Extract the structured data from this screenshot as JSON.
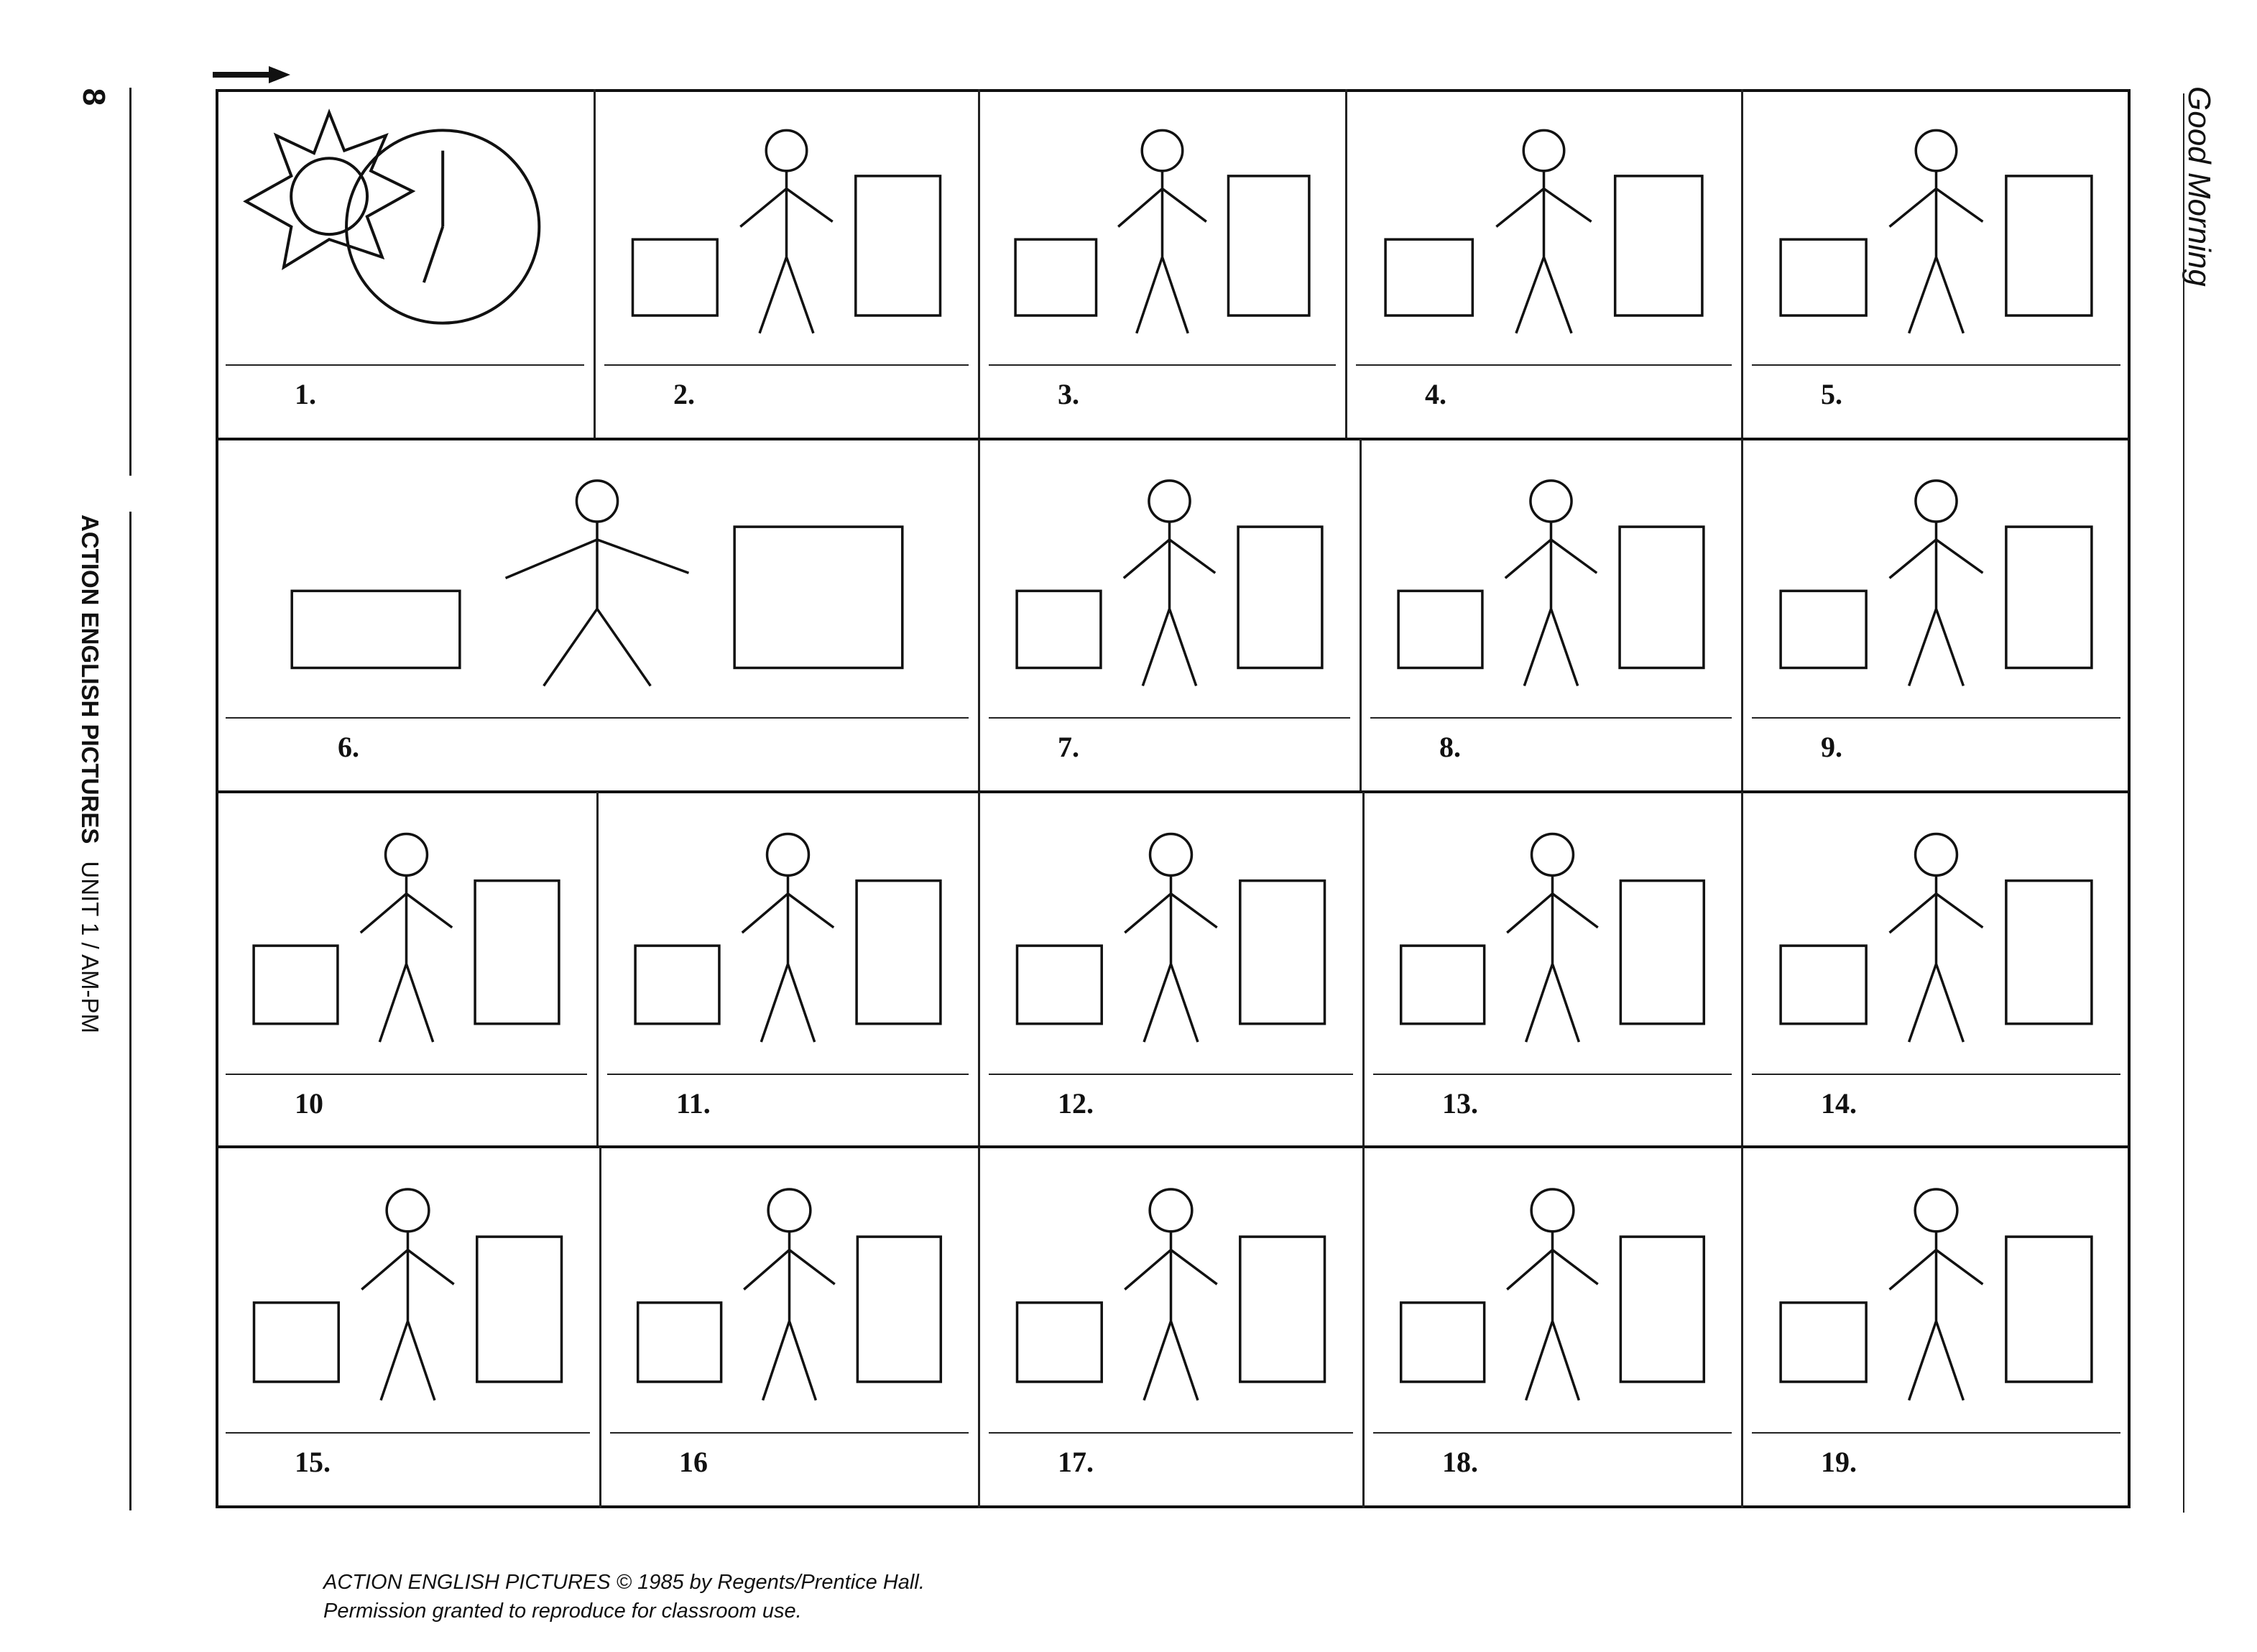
{
  "page_number": "8",
  "side_title": {
    "book": "ACTION ENGLISH PICTURES",
    "unit": "UNIT 1 / AM-PM"
  },
  "unit_title": "Good Morning",
  "panels": [
    {
      "label": "1.",
      "icon": "sun-clock"
    },
    {
      "label": "2.",
      "icon": "sleeping-woman"
    },
    {
      "label": "3.",
      "icon": "stretching-in-bed"
    },
    {
      "label": "4.",
      "icon": "yawning-rubbing-eyes"
    },
    {
      "label": "5.",
      "icon": "sitting-up-in-bed"
    },
    {
      "label": "6.",
      "icon": "exercising"
    },
    {
      "label": "7.",
      "icon": "walking-to-bathroom"
    },
    {
      "label": "8.",
      "icon": "washing-face"
    },
    {
      "label": "9.",
      "icon": "walking-to-bedroom"
    },
    {
      "label": "10",
      "icon": "getting-dressed"
    },
    {
      "label": "11.",
      "icon": "making-bed"
    },
    {
      "label": "12.",
      "icon": "going-to-kitchen"
    },
    {
      "label": "13.",
      "icon": "eating-breakfast"
    },
    {
      "label": "14.",
      "icon": "reading-newspaper"
    },
    {
      "label": "15.",
      "icon": "going-to-bathroom"
    },
    {
      "label": "16",
      "icon": "brushing-teeth"
    },
    {
      "label": "17.",
      "icon": "putting-on-coat"
    },
    {
      "label": "18.",
      "icon": "saying-goodbye"
    },
    {
      "label": "19.",
      "icon": "leaving-house"
    }
  ],
  "footer": {
    "line1": "ACTION ENGLISH PICTURES © 1985 by Regents/Prentice Hall.",
    "line2": "Permission granted to reproduce for classroom use."
  }
}
